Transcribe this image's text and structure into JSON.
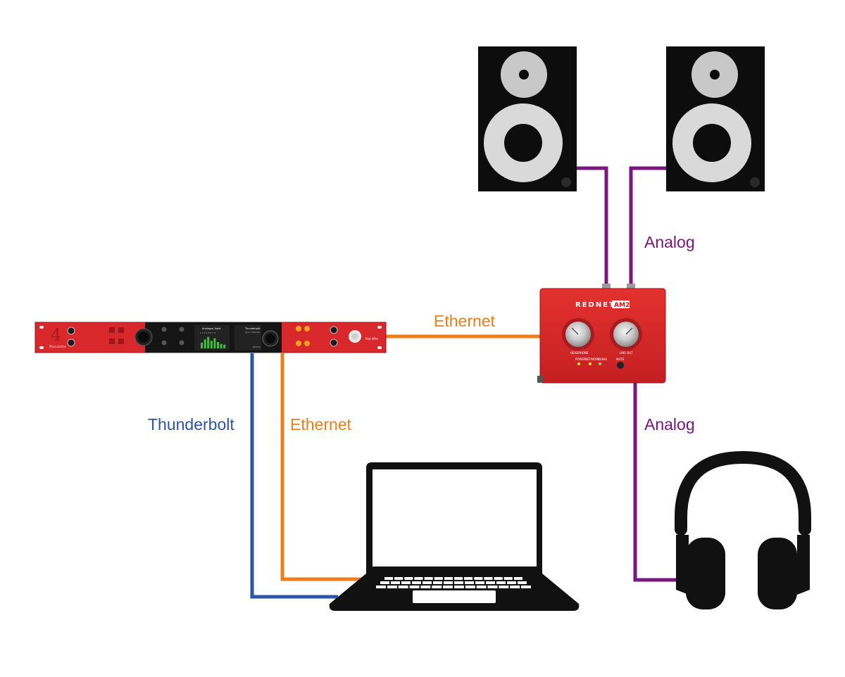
{
  "colors": {
    "analog": "#7a1680",
    "ethernet": "#f07d1a",
    "thunderbolt": "#2d55a6",
    "device_red": "#d9282c",
    "black": "#111111",
    "meter_green": "#3fbf3f"
  },
  "connections": [
    {
      "id": "analog-speakers",
      "label": "Analog",
      "color_key": "analog"
    },
    {
      "id": "ethernet-rednet",
      "label": "Ethernet",
      "color_key": "ethernet"
    },
    {
      "id": "analog-headphones",
      "label": "Analog",
      "color_key": "analog"
    },
    {
      "id": "thunderbolt-laptop",
      "label": "Thunderbolt",
      "color_key": "thunderbolt"
    },
    {
      "id": "ethernet-laptop",
      "label": "Ethernet",
      "color_key": "ethernet"
    }
  ],
  "devices": {
    "interface": {
      "logo_numeral": "4",
      "brand": "Focusrite",
      "model_badge": "Red 4Pre",
      "screen_left_title": "Analogue Input",
      "screen_left_channels": "1 2 3 4 5 6 7 8",
      "screen_right_title": "Thunderbolt",
      "screen_right_sub": "Sync: Internal",
      "screen_right_footer": "Monitor",
      "meter_levels": [
        0.45,
        0.7,
        0.9,
        0.6,
        0.8,
        0.5,
        0.35,
        0.3
      ]
    },
    "am2": {
      "brand": "REDNET",
      "model": "AM2",
      "knob_left_label": "HEADPHONE",
      "knob_right_label": "LINE OUT",
      "indicator_labels": [
        "POWER",
        "NETWORK",
        "SIGNAL"
      ],
      "mute_label": "MUTE"
    }
  }
}
